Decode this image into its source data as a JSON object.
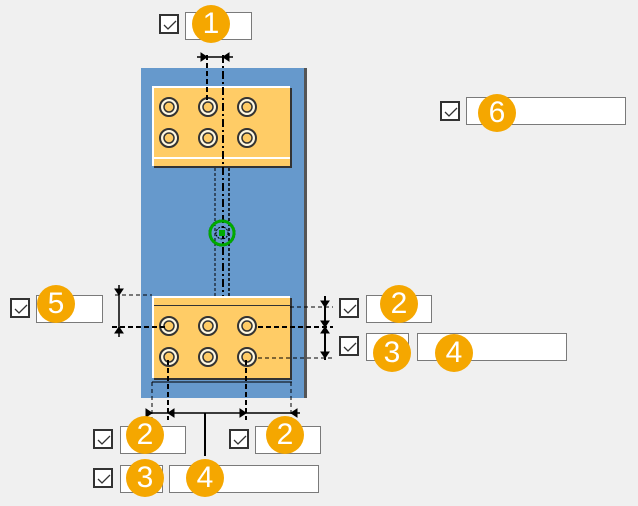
{
  "colors": {
    "background": "#f0f0f0",
    "column": "#6699cc",
    "plate": "#ffcc66",
    "badge": "#f5a700",
    "anchor_symbol": "#00aa00"
  },
  "controls": [
    {
      "id": "c1",
      "badge": "1",
      "checked": true,
      "description": "top bolt column spacing"
    },
    {
      "id": "c6",
      "badge": "6",
      "checked": true,
      "description": "right field"
    },
    {
      "id": "c5",
      "badge": "5",
      "checked": true,
      "description": "plate edge vertical offset"
    },
    {
      "id": "c2r",
      "badge": "2",
      "checked": true,
      "description": "right edge distance"
    },
    {
      "id": "c3r",
      "badge": "3",
      "checked": true,
      "description": "right row spacing count"
    },
    {
      "id": "c4r",
      "badge": "4",
      "checked": false,
      "description": "right row spacing value"
    },
    {
      "id": "c2bl",
      "badge": "2",
      "checked": true,
      "description": "bottom-left edge distance"
    },
    {
      "id": "c2br",
      "badge": "2",
      "checked": true,
      "description": "bottom-right edge distance"
    },
    {
      "id": "c3b",
      "badge": "3",
      "checked": true,
      "description": "bottom column spacing count"
    },
    {
      "id": "c4b",
      "badge": "4",
      "checked": false,
      "description": "bottom column spacing value"
    }
  ],
  "fields": {
    "c1": "",
    "c6": "",
    "c5": "",
    "c2r": "",
    "c3r": "",
    "c4r": "",
    "c2bl": "",
    "c2br": "",
    "c3b": "",
    "c4b": ""
  },
  "icons": {
    "checkbox": "checkmark-icon",
    "bolt": "bolt-icon",
    "anchor": "center-point-icon"
  }
}
